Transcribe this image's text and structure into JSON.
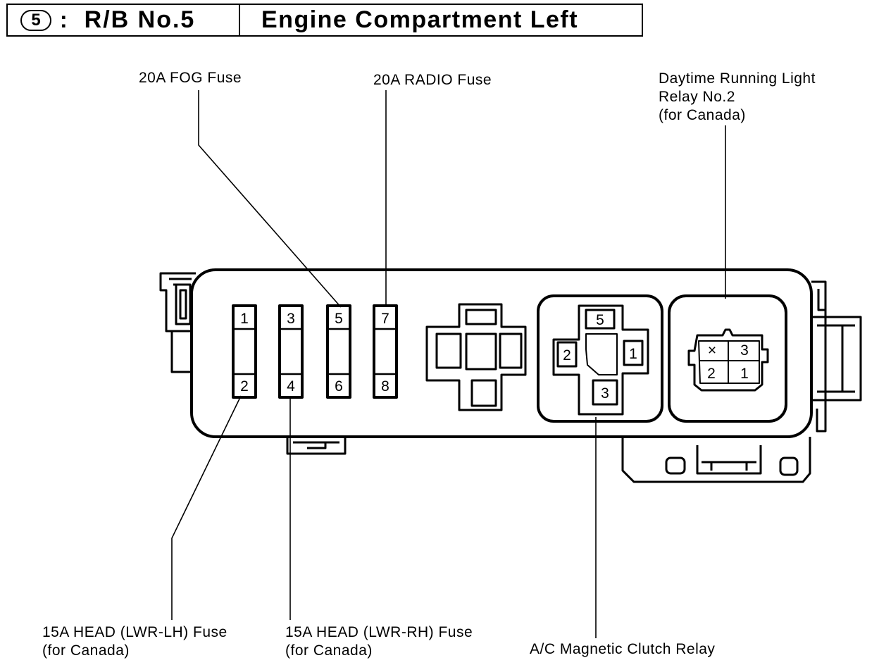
{
  "header": {
    "circle_number": "5",
    "colon": ":",
    "block_name": "R/B No.5",
    "location": "Engine Compartment Left"
  },
  "labels": {
    "fog_fuse": "20A FOG Fuse",
    "radio_fuse": "20A RADIO Fuse",
    "drl_relay_line1": "Daytime Running Light",
    "drl_relay_line2": "Relay No.2",
    "drl_relay_line3": "(for Canada)",
    "head_lh_line1": "15A HEAD (LWR-LH) Fuse",
    "head_lh_line2": "(for Canada)",
    "head_rh_line1": "15A HEAD (LWR-RH) Fuse",
    "head_rh_line2": "(for Canada)",
    "ac_relay": "A/C Magnetic Clutch Relay"
  },
  "fuses": [
    {
      "top": "1",
      "bottom": "2"
    },
    {
      "top": "3",
      "bottom": "4"
    },
    {
      "top": "5",
      "bottom": "6"
    },
    {
      "top": "7",
      "bottom": "8"
    }
  ],
  "ac_relay_terminals": {
    "top": "5",
    "left": "2",
    "right": "1",
    "bottom": "3"
  },
  "drl_relay_terminals": {
    "top_left": "×",
    "top_right": "3",
    "bottom_left": "2",
    "bottom_right": "1"
  }
}
